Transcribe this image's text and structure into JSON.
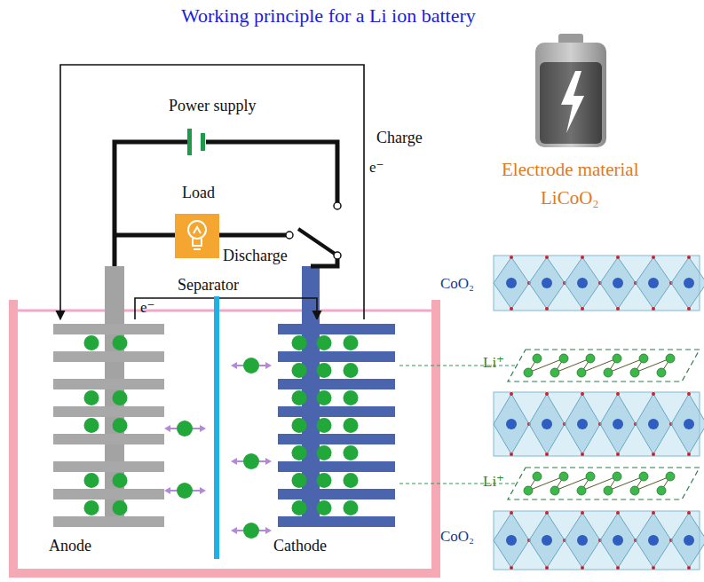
{
  "diagram": {
    "title": "Working principle for a Li ion battery",
    "nodes": [
      {
        "text": [
          "Anode"
        ]
      },
      {
        "text": [
          "Separator"
        ]
      },
      {
        "text": [
          "Cathode"
        ]
      }
    ],
    "edges": [
      {
        "from": 0,
        "to": 2,
        "arrow": "to",
        "label": "e⁻"
      },
      {
        "from": 2,
        "to": 0,
        "arrow": "to",
        "label": "e⁻"
      }
    ],
    "labels": [
      "Power supply",
      "Load",
      "Discharge",
      "Charge",
      "Electrode material",
      "LiCoO₂",
      "CoO₂",
      "Li⁺",
      "Li⁺",
      "CoO₂"
    ]
  }
}
